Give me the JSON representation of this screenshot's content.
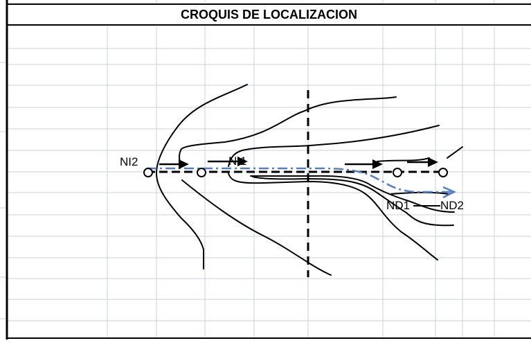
{
  "header": {
    "title": "CROQUIS DE LOCALIZACION"
  },
  "labels": {
    "ni2": "NI2",
    "ni1": "NI1",
    "nd1": "ND1",
    "nd2": "ND2"
  },
  "colors": {
    "ink": "#000000",
    "grid": "#c8d0da",
    "blue_path": "#4f7fc8"
  }
}
